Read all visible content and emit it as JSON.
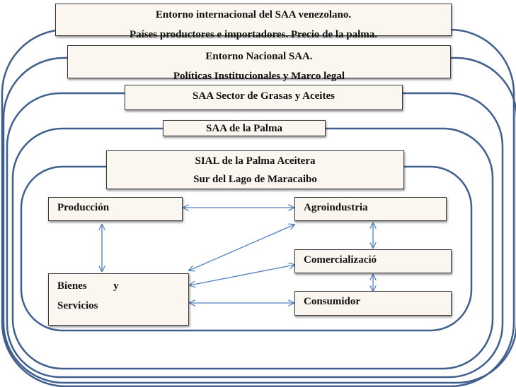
{
  "diagram": {
    "levels": [
      {
        "id": "international",
        "lines": [
          "Entorno internacional del SAA venezolano.",
          "Países productores e importadores. Precio de la palma."
        ]
      },
      {
        "id": "nacional",
        "lines": [
          "Entorno Nacional SAA.",
          "Políticas Institucionales y Marco legal"
        ]
      },
      {
        "id": "sector",
        "lines": [
          "SAA Sector de Grasas y Aceites"
        ]
      },
      {
        "id": "palma",
        "lines": [
          "SAA de la Palma"
        ]
      },
      {
        "id": "sial",
        "lines": [
          "SIAL de la Palma Aceitera",
          "Sur del Lago de Maracaibo"
        ]
      }
    ],
    "nodes": {
      "produccion": "Producción",
      "agroindustria": "Agroindustria",
      "comercializacion": "Comercializació",
      "consumidor": "Consumidor",
      "bienes_line1": "Bienes          y",
      "bienes_line2": "Servicios"
    },
    "colors": {
      "frame_stroke": "#3f5f8f",
      "arrow_stroke": "#4f7fbf",
      "box_fill": "#fbf6ef"
    }
  }
}
